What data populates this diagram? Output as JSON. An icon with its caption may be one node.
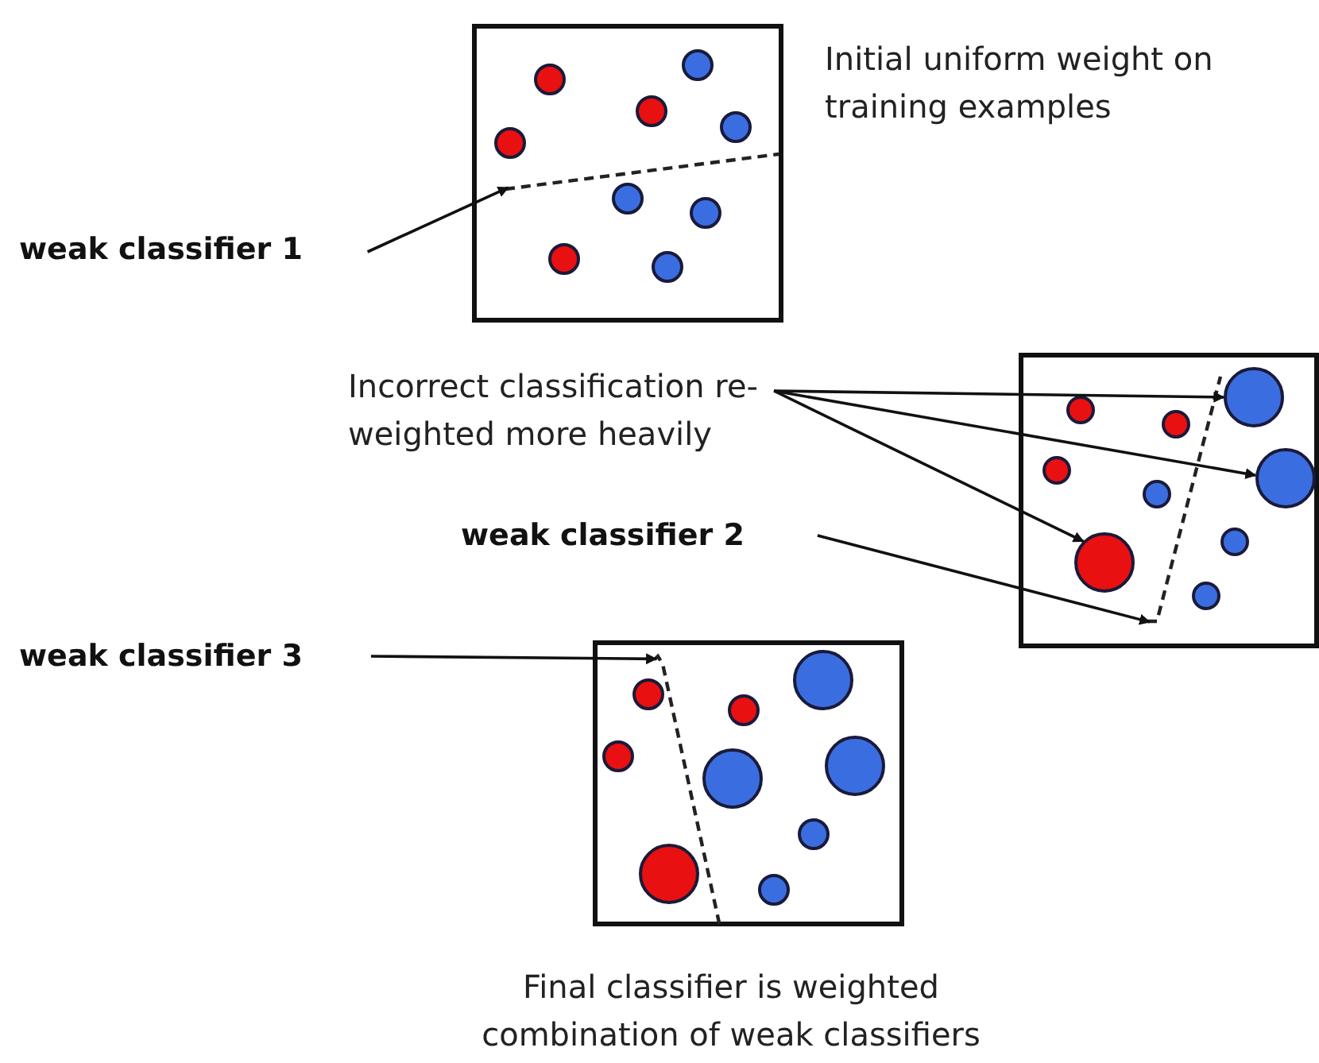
{
  "diagram": {
    "nodes": [
      {
        "text": [],
        "shape": "box",
        "beside": [
          "Initial uniform weight on training examples"
        ]
      },
      {
        "text": [
          "weak classifier 1"
        ]
      },
      {
        "text": [],
        "shape": "line",
        "in": 0
      },
      {
        "text": [
          "Incorrect classification re-weighted more heavily"
        ]
      },
      {
        "text": [
          "weak classifier 2"
        ]
      },
      {
        "text": [],
        "shape": "box"
      },
      {
        "text": [],
        "shape": "circle",
        "in": 5
      },
      {
        "text": [],
        "shape": "circle",
        "in": 5
      },
      {
        "text": [],
        "shape": "circle",
        "in": 5
      },
      {
        "text": [],
        "shape": "line",
        "in": 5
      },
      {
        "text": [
          "weak classifier 3"
        ]
      },
      {
        "text": [],
        "shape": "box",
        "beside": [
          "Final classifier is weighted combination of weak classifiers"
        ]
      },
      {
        "text": [],
        "shape": "line",
        "in": 11
      },
      {
        "text": [],
        "shape": "circle",
        "in": 11
      },
      {
        "text": [],
        "shape": "circle",
        "in": 11
      },
      {
        "text": [],
        "shape": "circle",
        "in": 11
      },
      {
        "text": [],
        "shape": "circle",
        "in": 11
      }
    ],
    "edges": [
      {
        "from": 1,
        "to": 2,
        "arrow": "to"
      },
      {
        "from": 3,
        "to": 6,
        "arrow": "to"
      },
      {
        "from": 3,
        "to": 7,
        "arrow": "to"
      },
      {
        "from": 3,
        "to": 8,
        "arrow": "to"
      },
      {
        "from": 4,
        "to": 9,
        "arrow": "to"
      },
      {
        "from": 10,
        "to": 12,
        "arrow": "to"
      }
    ]
  }
}
